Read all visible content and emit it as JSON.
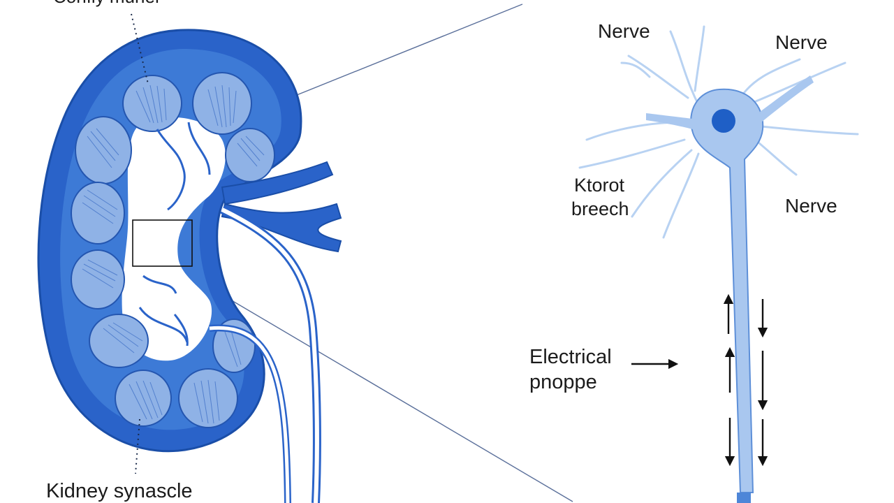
{
  "labels": {
    "top_cut": "Confly muner",
    "kidney": "Kidney synascle",
    "nerve_1": "Nerve",
    "nerve_2": "Nerve",
    "nerve_3": "Nerve",
    "motor_line1": "Ktorot",
    "motor_line2": "breech",
    "electrical_line1": "Electrical",
    "electrical_line2": "pnoppe"
  },
  "colors": {
    "kidney_outer": "#2a63c9",
    "kidney_inner": "#3d7ad6",
    "pyramid_fill": "#8fb2e6",
    "neuron_body": "#a9c7ef",
    "neuron_nucleus": "#1f5fc6",
    "dendrite": "#b8d2f2",
    "arrow": "#111111"
  },
  "icons": {
    "axon_arrows": "up-down-arrows",
    "pointer": "right-arrow"
  }
}
